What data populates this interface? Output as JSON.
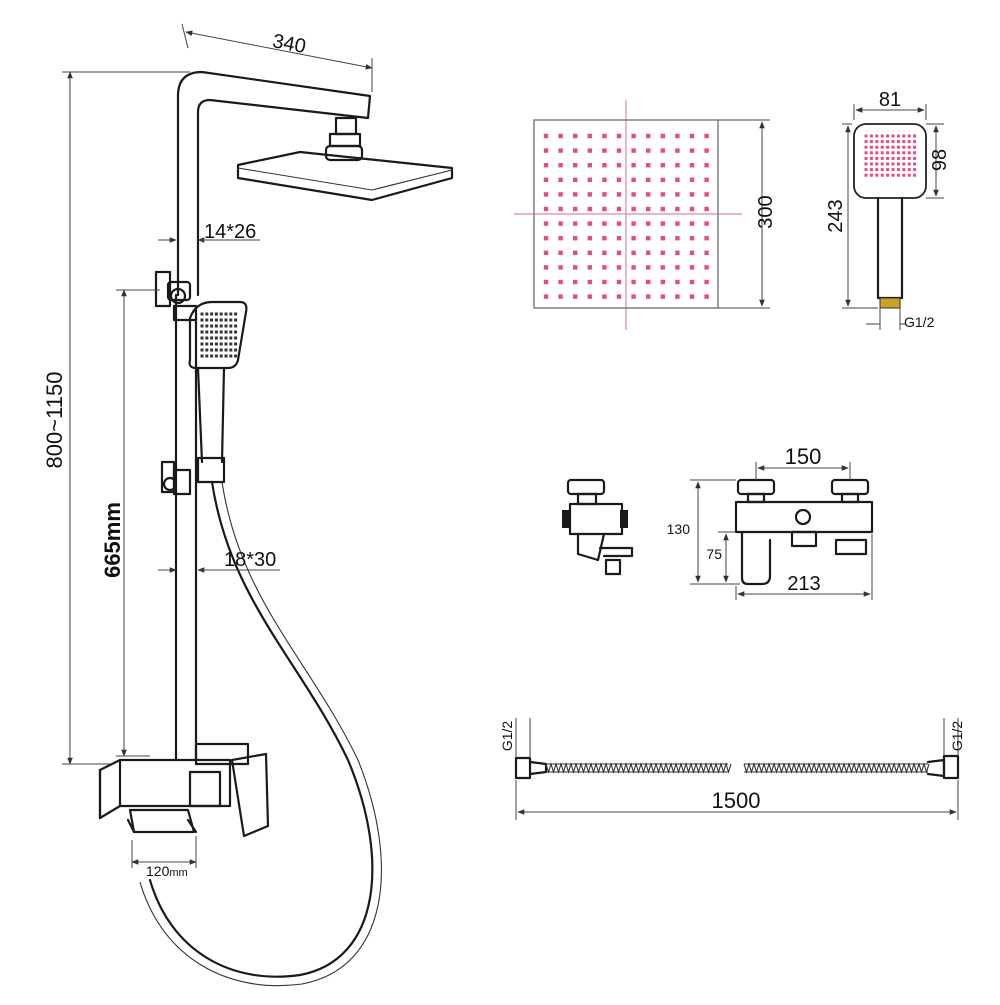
{
  "colors": {
    "line": "#1a1a1a",
    "nozzle_dot": "#e44d7c",
    "centerline": "#d98aa6",
    "brass_fitting": "#c9a227"
  },
  "dimensions": {
    "overhead_arm": "340",
    "total_height": "800~1150",
    "slide_bar_length": "665mm",
    "upper_tube": "14*26",
    "lower_tube": "18*30",
    "spout_projection": "120",
    "spout_projection_unit": "mm",
    "rain_head_size": "300",
    "hand_shower_head_width": "81",
    "hand_shower_head_height": "98",
    "hand_shower_length": "243",
    "hand_shower_thread": "G1/2",
    "mixer_center_distance": "150",
    "mixer_height": "130",
    "mixer_outlet_height": "75",
    "mixer_width": "213",
    "hose_length": "1500",
    "hose_thread_left": "G1/2",
    "hose_thread_right": "G1/2"
  }
}
